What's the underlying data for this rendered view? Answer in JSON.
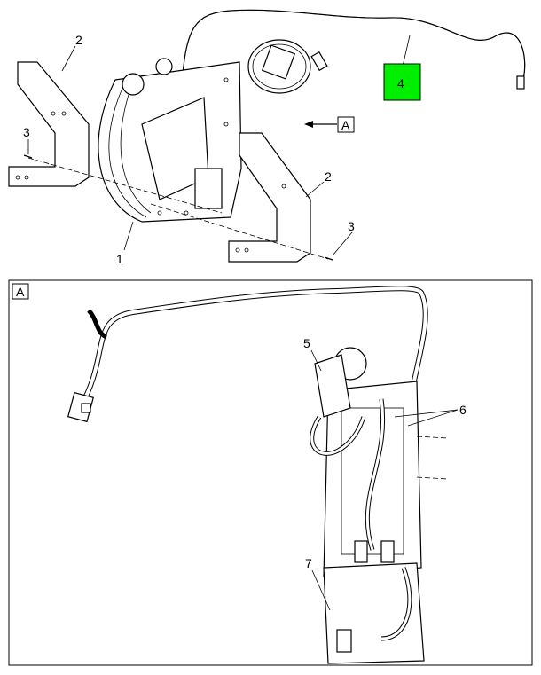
{
  "diagram": {
    "callouts_top": [
      "2",
      "3",
      "1",
      "2",
      "3",
      "4"
    ],
    "view_ref_label": "A",
    "detail_view_label": "A",
    "callouts_detail": [
      "5",
      "6",
      "7"
    ],
    "highlight_color": "#00ee00"
  }
}
